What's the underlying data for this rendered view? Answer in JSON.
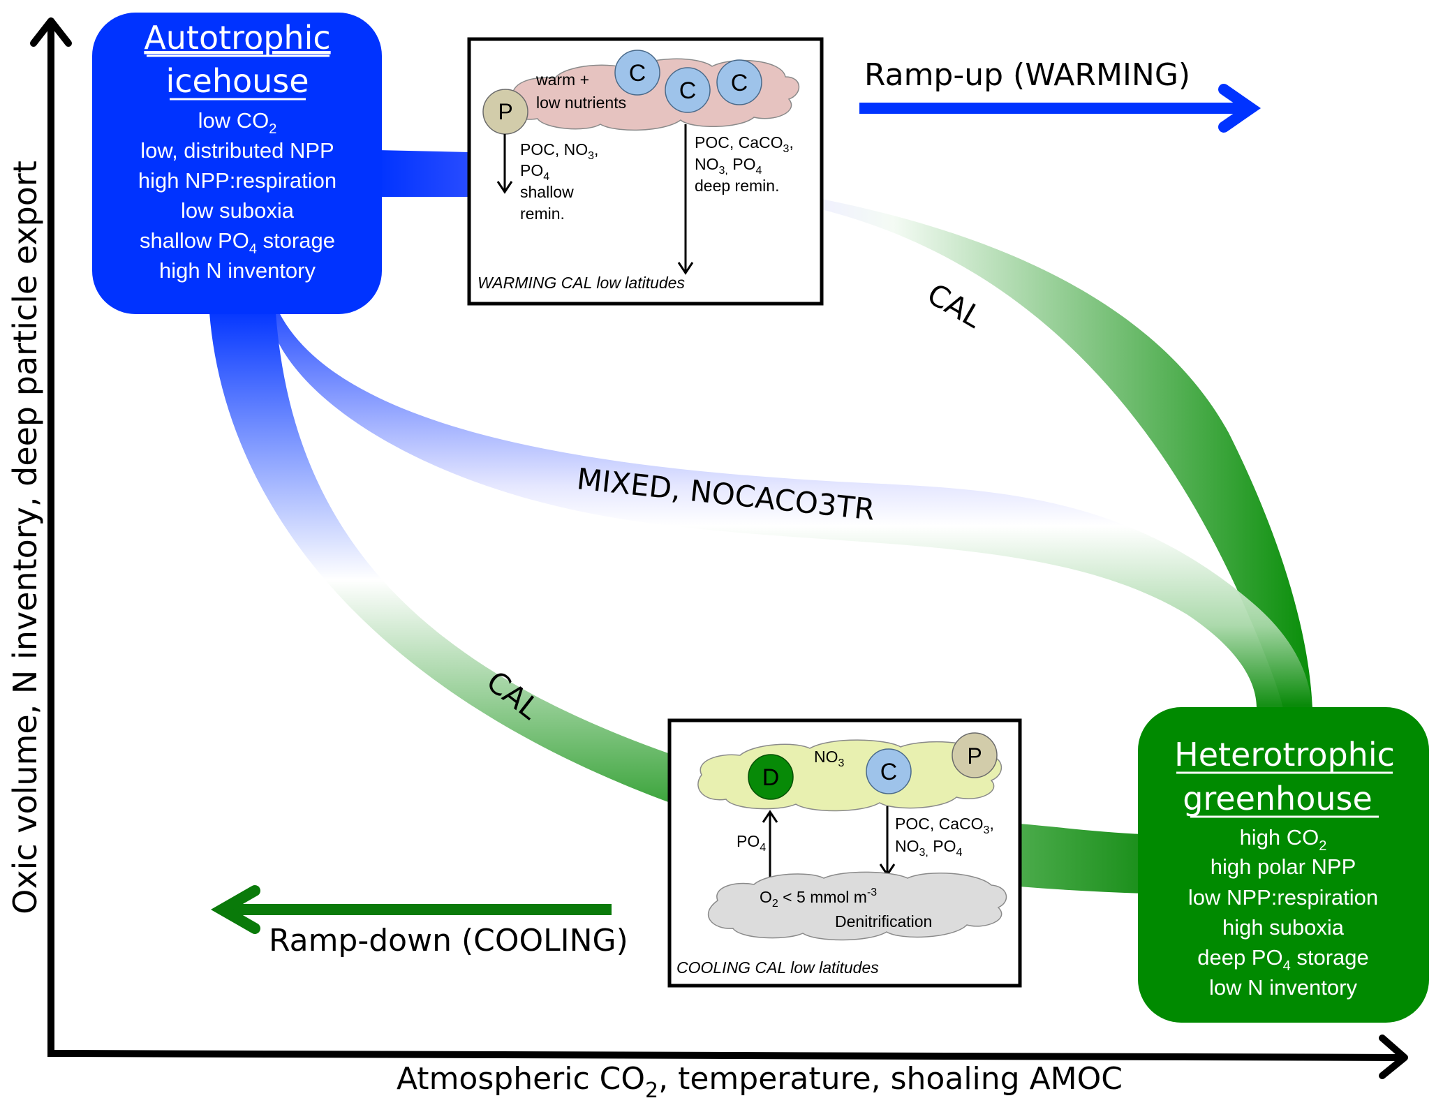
{
  "axes": {
    "y_label": "Oxic volume, N inventory, deep particle export",
    "x_label_pre": "Atmospheric  CO",
    "x_label_sub": "2",
    "x_label_post": ", temperature,  shoaling  AMOC"
  },
  "colors": {
    "blue": "#0033ff",
    "green": "#008a00",
    "warm_cloud": "#e6c3c0",
    "cool_cloud": "#e8f0b0",
    "deep_cloud": "#dcdcdc",
    "c_cell": "#9ec3ea",
    "p_cell": "#d2ccaa",
    "d_cell": "#078a07"
  },
  "icehouse": {
    "title_line1": "Autotrophic",
    "title_line2": "icehouse",
    "lines": [
      {
        "pre": "low CO",
        "sub": "2",
        "post": ""
      },
      {
        "pre": "low, distributed NPP",
        "sub": "",
        "post": ""
      },
      {
        "pre": "high NPP:respiration",
        "sub": "",
        "post": ""
      },
      {
        "pre": "low suboxia",
        "sub": "",
        "post": ""
      },
      {
        "pre": "shallow PO",
        "sub": "4",
        "post": " storage"
      },
      {
        "pre": "high N inventory",
        "sub": "",
        "post": ""
      }
    ]
  },
  "greenhouse": {
    "title_line1": "Heterotrophic",
    "title_line2": "greenhouse",
    "lines": [
      {
        "pre": "high CO",
        "sub": "2",
        "post": ""
      },
      {
        "pre": "high polar NPP",
        "sub": "",
        "post": ""
      },
      {
        "pre": "low NPP:respiration",
        "sub": "",
        "post": ""
      },
      {
        "pre": "high suboxia",
        "sub": "",
        "post": ""
      },
      {
        "pre": "deep PO",
        "sub": "4",
        "post": " storage"
      },
      {
        "pre": "low N inventory",
        "sub": "",
        "post": ""
      }
    ]
  },
  "warming_inset": {
    "caption": "WARMING CAL low latitudes",
    "cloud_line1": "warm +",
    "cloud_line2": "low nutrients",
    "cells": [
      "P",
      "C",
      "C",
      "C"
    ],
    "shallow_flux": {
      "l1_pre": "POC, NO",
      "l1_sub": "3",
      "l1_post": ",",
      "l2_pre": "PO",
      "l2_sub": "4",
      "l3": "shallow",
      "l4": "remin."
    },
    "deep_flux": {
      "l1_pre": "POC, CaCO",
      "l1_sub": "3",
      "l1_post": ",",
      "l2_a": "NO",
      "l2_a_sub": "3,",
      "l2_b": " PO",
      "l2_b_sub": "4",
      "l3": "deep remin."
    }
  },
  "cooling_inset": {
    "caption": "COOLING CAL low latitudes",
    "surface_label_pre": "NO",
    "surface_label_sub": "3",
    "cells": [
      "D",
      "C",
      "P"
    ],
    "up_flux_pre": "PO",
    "up_flux_sub": "4",
    "down_flux": {
      "l1_pre": "POC, CaCO",
      "l1_sub": "3",
      "l1_post": ",",
      "l2_a": "NO",
      "l2_a_sub": "3,",
      "l2_b": " PO",
      "l2_b_sub": "4"
    },
    "omz_line1_pre": "O",
    "omz_line1_sub": "2",
    "omz_line1_mid": " < 5 mmol m",
    "omz_line1_sup": "-3",
    "omz_line2": "Denitrification"
  },
  "pathways": {
    "cal_upper": "CAL",
    "mixed": "MIXED, NOCACO3TR",
    "cal_lower": "CAL"
  },
  "ramps": {
    "up": "Ramp-up (WARMING)",
    "down": "Ramp-down (COOLING)"
  }
}
